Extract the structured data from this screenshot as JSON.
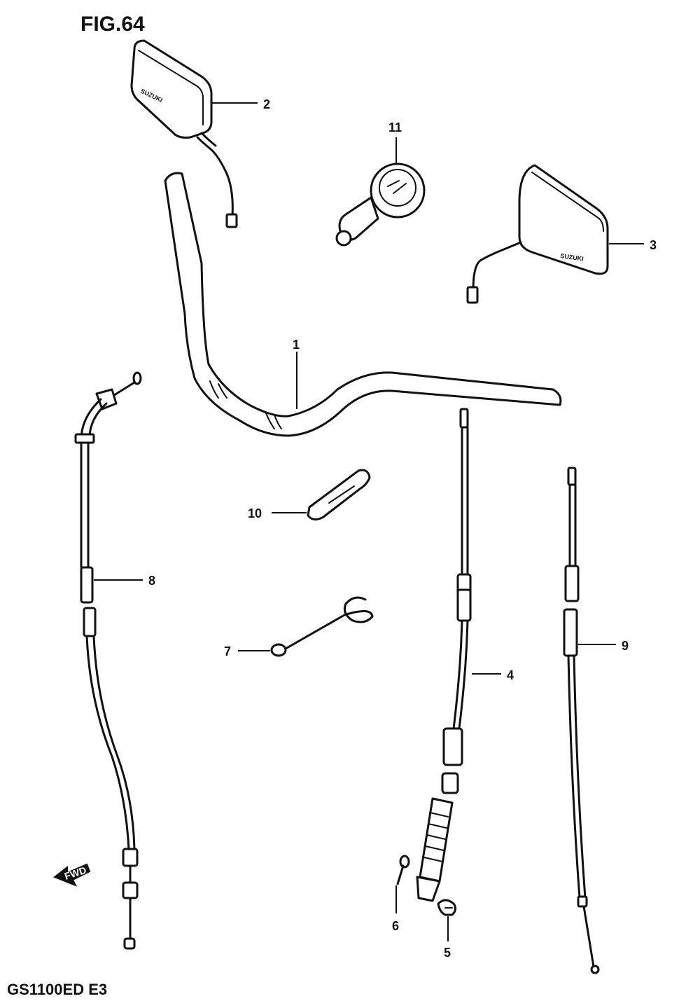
{
  "figure": {
    "title": "FIG.64",
    "model_code": "GS1100ED E3"
  },
  "mirror_left": {
    "callout": "2",
    "badge": "SUZUKI"
  },
  "mirror_right": {
    "callout": "3",
    "badge": "SUZUKI"
  },
  "handlebar": {
    "callout": "1"
  },
  "gauge": {
    "callout": "11"
  },
  "clamp": {
    "callout": "10"
  },
  "wire_clip": {
    "callout": "7"
  },
  "throttle_cable": {
    "callout": "8"
  },
  "clutch_cable": {
    "callout": "4"
  },
  "cable_9": {
    "callout": "9"
  },
  "bolt": {
    "callout": "6"
  },
  "nut": {
    "callout": "5"
  },
  "fwd_arrow": {
    "label": "FWD"
  }
}
